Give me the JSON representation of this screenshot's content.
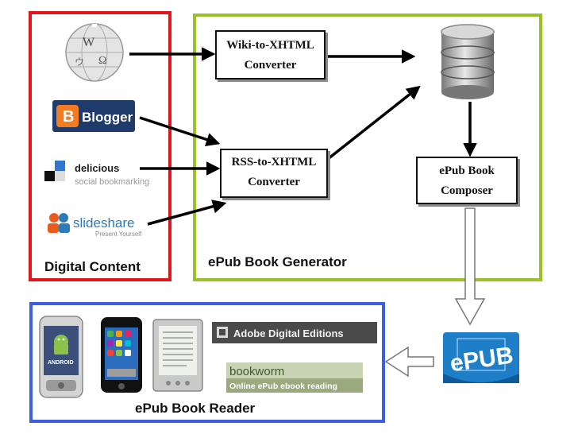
{
  "groups": {
    "content_label": "Digital Content",
    "generator_label": "ePub Book Generator",
    "reader_label": "ePub Book Reader"
  },
  "converters": {
    "wiki_line1": "Wiki-to-XHTML",
    "wiki_line2": "Converter",
    "rss_line1": "RSS-to-XHTML",
    "rss_line2": "Converter",
    "composer_line1": "ePub Book",
    "composer_line2": "Composer"
  },
  "logos": {
    "blogger": "Blogger",
    "delicious_name": "delicious",
    "delicious_tagline": "social bookmarking",
    "slideshare_name": "slideshare",
    "slideshare_tagline": "Present Yourself",
    "adobe": "Adobe Digital Editions",
    "bookworm_name": "bookworm",
    "bookworm_tagline": "Online ePub ebook reading",
    "epub": "ePUB",
    "android": "ANDROID"
  },
  "colors": {
    "content_border": "#e0161c",
    "generator_border": "#9bc12a",
    "reader_border": "#3a5fe0",
    "blogger_orange": "#f47c20",
    "delicious_blue": "#3274d1",
    "slideshare_orange": "#e85b1a",
    "adobe_bg": "#4a4a4a",
    "bookworm_bg": "#9aaa7e",
    "epub_blue": "#1e7ec8"
  },
  "icons": [
    "wikipedia-globe-icon",
    "database-icon",
    "android-phone-icon",
    "iphone-icon",
    "ebook-reader-icon"
  ]
}
